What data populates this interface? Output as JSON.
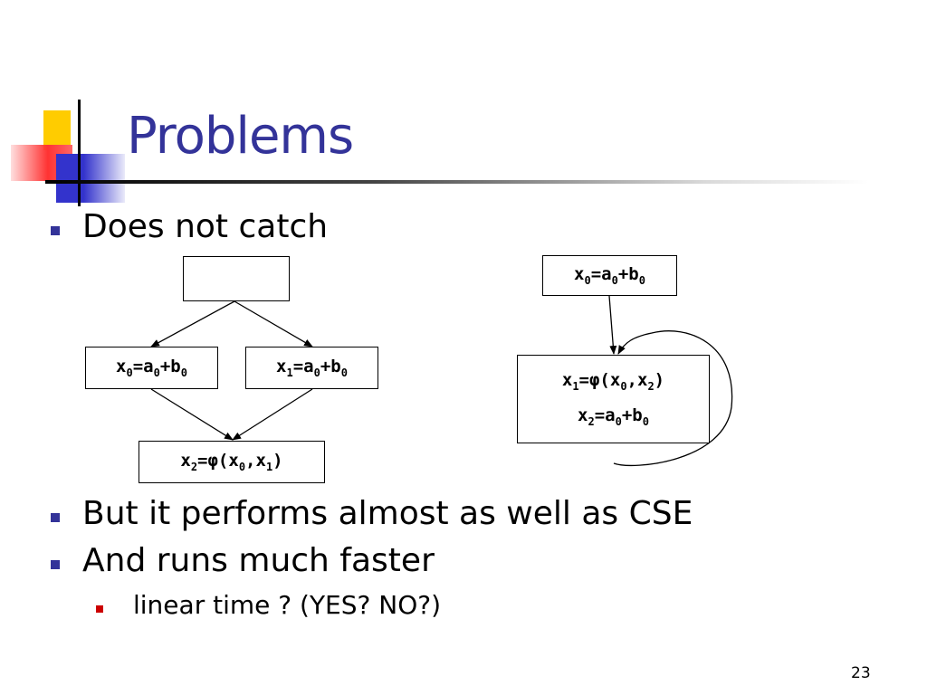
{
  "slide": {
    "title": "Problems",
    "page_number": "23"
  },
  "bullets": [
    {
      "text": "Does not catch"
    },
    {
      "text": "But it performs almost as well as CSE"
    },
    {
      "text": "And runs much faster"
    }
  ],
  "sub_bullets": [
    {
      "text": "linear time ? (YES? NO?)"
    }
  ],
  "left_diagram": {
    "left_node": {
      "var": "x",
      "var_sub": "0",
      "eq": "=a",
      "a_sub": "0",
      "plus": "+b",
      "b_sub": "0"
    },
    "right_node": {
      "var": "x",
      "var_sub": "1",
      "eq": "=a",
      "a_sub": "0",
      "plus": "+b",
      "b_sub": "0"
    },
    "join_node": {
      "var": "x",
      "var_sub": "2",
      "phi": "=φ(x",
      "a_sub": "0",
      "mid": ",x",
      "b_sub": "1",
      "close": ")"
    }
  },
  "right_diagram": {
    "top_node": {
      "var": "x",
      "var_sub": "0",
      "eq": "=a",
      "a_sub": "0",
      "plus": "+b",
      "b_sub": "0"
    },
    "loop_line1": {
      "var": "x",
      "var_sub": "1",
      "phi": "=φ(x",
      "a_sub": "0",
      "mid": ",x",
      "b_sub": "2",
      "close": ")"
    },
    "loop_line2": {
      "var": "x",
      "var_sub": "2",
      "eq": "=a",
      "a_sub": "0",
      "plus": "+b",
      "b_sub": "0"
    }
  },
  "colors": {
    "title": "#333399",
    "bullet_marker": "#333399",
    "sub_bullet_marker": "#cc0000",
    "deco_yellow": "#ffcc00",
    "deco_red": "#ff3333",
    "deco_blue": "#3333cc"
  }
}
